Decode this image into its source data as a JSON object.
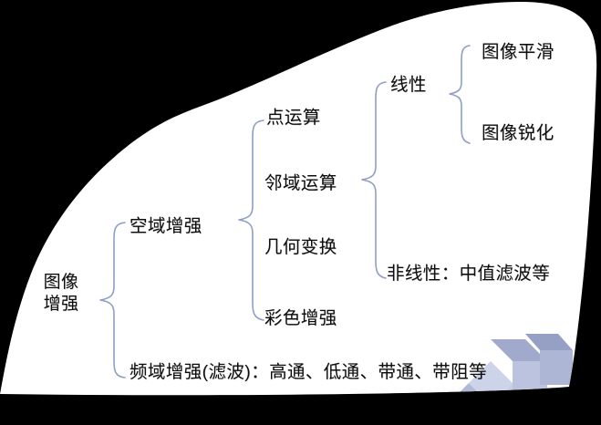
{
  "figure": {
    "title": "图像增强方法分类结构图",
    "background_color": "#000000",
    "slide_color": "#ffffff",
    "text_color": "#0d0d0d",
    "brace_color": "#8e9ec4"
  },
  "nodes": {
    "root": "图像\n增强",
    "spatial": "空域增强",
    "frequency": "频域增强(滤波)：高通、低通、带通、带阻等",
    "point_op": "点运算",
    "neighborhood_op": "邻域运算",
    "geometric_transform": "几何变换",
    "color_enhance": "彩色增强",
    "linear": "线性",
    "nonlinear": "非线性：中值滤波等",
    "smoothing": "图像平滑",
    "sharpening": "图像锐化"
  },
  "tree": {
    "label": "图像增强",
    "children": [
      {
        "label": "空域增强",
        "children": [
          {
            "label": "点运算",
            "children": []
          },
          {
            "label": "邻域运算",
            "children": [
              {
                "label": "线性",
                "children": [
                  {
                    "label": "图像平滑",
                    "children": []
                  },
                  {
                    "label": "图像锐化",
                    "children": []
                  }
                ]
              },
              {
                "label": "非线性：中值滤波等",
                "children": []
              }
            ]
          },
          {
            "label": "几何变换",
            "children": []
          },
          {
            "label": "彩色增强",
            "children": []
          }
        ]
      },
      {
        "label": "频域增强(滤波)：高通、低通、带通、带阻等",
        "children": []
      }
    ]
  },
  "braces": {
    "root_brace": "curly-brace-right",
    "spatial_brace": "curly-brace-right",
    "neighborhood_brace": "curly-brace-right",
    "linear_brace": "curly-brace-right"
  },
  "watermark": {
    "name": "chevron-diamond-watermark",
    "colors": [
      "#9aa3c8",
      "#c3cbe4",
      "#b6bedd",
      "#8e98c0"
    ]
  }
}
